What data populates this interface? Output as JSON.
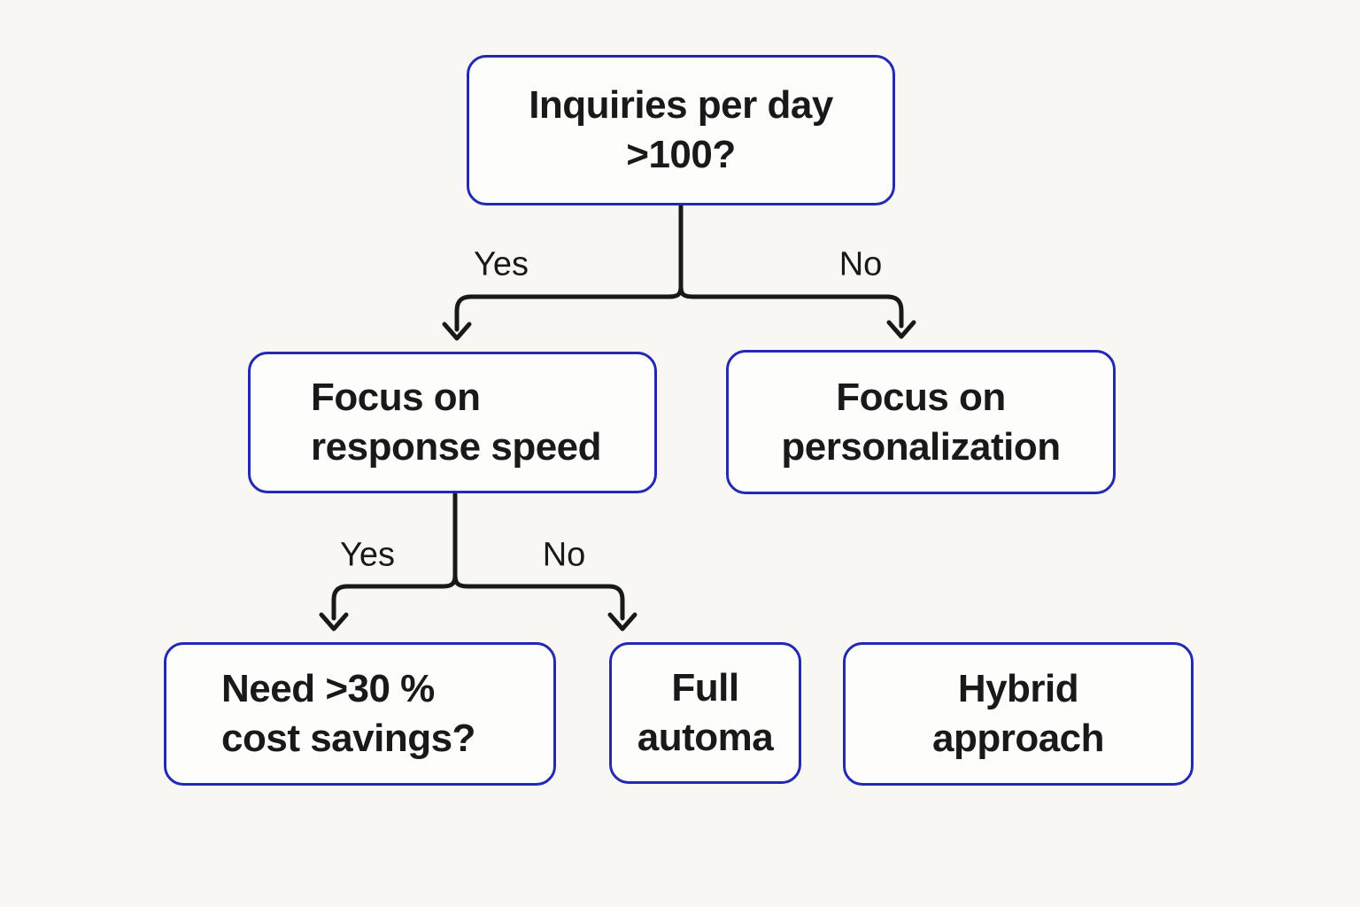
{
  "diagram": {
    "type": "decision-tree-flowchart",
    "colors": {
      "node_border": "#2329b2",
      "node_fill": "#fdfdfb",
      "connector_line": "#191919",
      "text": "#191919",
      "background": "#f8f7f4"
    },
    "nodes": {
      "root": {
        "lines": [
          "Inquiries per day",
          ">100?"
        ]
      },
      "speed": {
        "lines": [
          "Focus on",
          "response speed"
        ]
      },
      "personalization": {
        "lines": [
          "Focus on",
          "personalization"
        ]
      },
      "cost": {
        "lines": [
          "Need >30 %",
          "cost savings?"
        ]
      },
      "automation": {
        "lines": [
          "Full",
          "automa"
        ]
      },
      "hybrid": {
        "lines": [
          "Hybrid",
          "approach"
        ]
      }
    },
    "edge_labels": {
      "root_yes": "Yes",
      "root_no": "No",
      "speed_yes": "Yes",
      "speed_no": "No"
    }
  }
}
